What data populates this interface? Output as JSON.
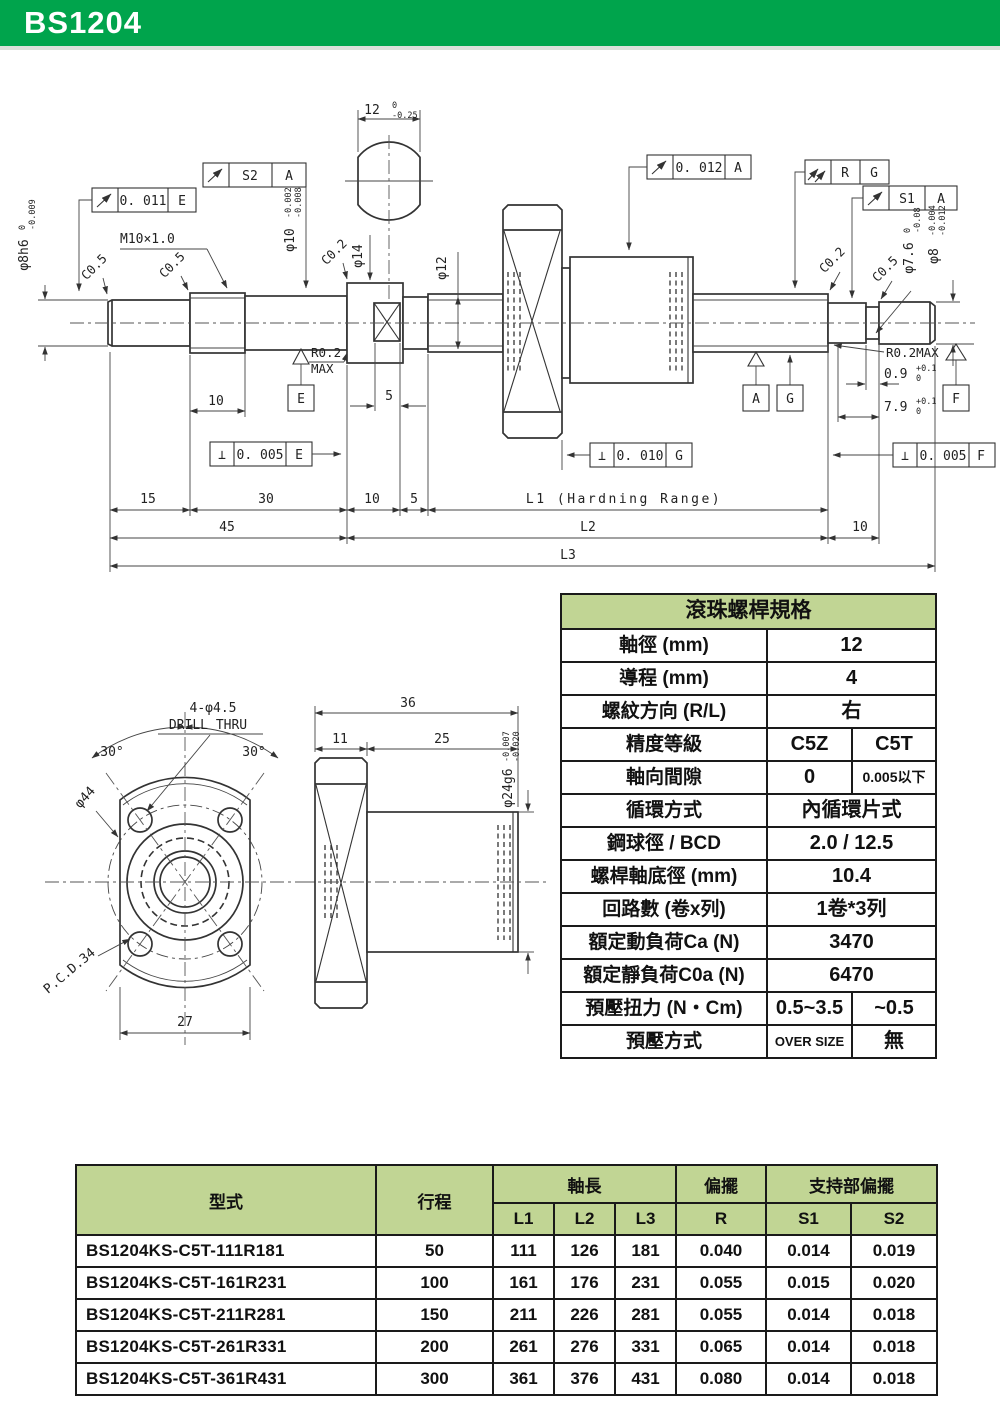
{
  "header": {
    "title": "BS1204"
  },
  "colors": {
    "accent_green": "#00a44c",
    "table_header_green": "#c1d594"
  },
  "drawing": {
    "af_12": "12",
    "af_tol_up": "0",
    "af_tol_dn": "-0.25",
    "fcf1_val": "0. 011",
    "fcf2_val": "0. 012",
    "s2": "S2",
    "s1": "S1",
    "rg_r": "R",
    "rg_g": "G",
    "e": "E",
    "a": "A",
    "g": "G",
    "f": "F",
    "m10": "M10×1.0",
    "c05": "C0.5",
    "c02": "C0.2",
    "d8h6": "φ8h6",
    "d8h6_up": "0",
    "d8h6_dn": "-0.009",
    "d10": "φ10",
    "d10_up": "-0.002",
    "d10_dn": "-0.008",
    "d14": "φ14",
    "d12": "φ12",
    "d76": "φ7.6",
    "d76_up": "0",
    "d76_dn": "-0.08",
    "d8": "φ8",
    "d8_up": "-0.004",
    "d8_dn": "-0.012",
    "r02": "R0.2",
    "max": "MAX",
    "r02max": "R0.2MAX",
    "g09": "0.9",
    "g09_up": "+0.1",
    "g09_dn": "0",
    "g79": "7.9",
    "g79_up": "+0.1",
    "g79_dn": "0",
    "perp": "⊥",
    "p005": "0. 005",
    "p010": "0. 010",
    "dim10": "10",
    "dim5": "5",
    "dim15": "15",
    "dim30": "30",
    "dim45": "45",
    "l1": "L1 (Hardning Range)",
    "l2": "L2",
    "l3": "L3",
    "holes": "4-φ4.5",
    "drill": "DRILL THRU",
    "a30": "30°",
    "d44": "φ44",
    "pcd": "P.C.D.34",
    "dim27": "27",
    "dim36": "36",
    "dim11": "11",
    "dim25": "25",
    "d24": "φ24g6",
    "d24_up": "-0.007",
    "d24_dn": "-0.020"
  },
  "spec_table": {
    "title": "滾珠螺桿規格",
    "rows": [
      {
        "label": "軸徑 (mm)",
        "value": "12"
      },
      {
        "label": "導程 (mm)",
        "value": "4"
      },
      {
        "label": "螺紋方向 (R/L)",
        "value": "右"
      },
      {
        "label": "精度等級",
        "v1": "C5Z",
        "v2": "C5T"
      },
      {
        "label": "軸向間隙",
        "v1": "0",
        "v2": "0.005以下"
      },
      {
        "label": "循環方式",
        "value": "內循環片式"
      },
      {
        "label": "鋼球徑 / BCD",
        "value": "2.0 / 12.5"
      },
      {
        "label": "螺桿軸底徑 (mm)",
        "value": "10.4"
      },
      {
        "label": "回路數 (卷x列)",
        "value": "1卷*3列"
      },
      {
        "label": "額定動負荷Ca (N)",
        "value": "3470"
      },
      {
        "label": "額定靜負荷C0a (N)",
        "value": "6470"
      },
      {
        "label": "預壓扭力 (N・Cm)",
        "v1": "0.5~3.5",
        "v2": "~0.5"
      },
      {
        "label": "預壓方式",
        "v1": "OVER SIZE",
        "v2": "無"
      }
    ]
  },
  "model_table": {
    "headers": {
      "model": "型式",
      "stroke": "行程",
      "shaft_len": "軸長",
      "runout": "偏擺",
      "support_runout": "支持部偏擺",
      "l1": "L1",
      "l2": "L2",
      "l3": "L3",
      "r": "R",
      "s1": "S1",
      "s2": "S2"
    },
    "rows": [
      {
        "model": "BS1204KS-C5T-111R181",
        "stroke": "50",
        "l1": "111",
        "l2": "126",
        "l3": "181",
        "r": "0.040",
        "s1": "0.014",
        "s2": "0.019"
      },
      {
        "model": "BS1204KS-C5T-161R231",
        "stroke": "100",
        "l1": "161",
        "l2": "176",
        "l3": "231",
        "r": "0.055",
        "s1": "0.015",
        "s2": "0.020"
      },
      {
        "model": "BS1204KS-C5T-211R281",
        "stroke": "150",
        "l1": "211",
        "l2": "226",
        "l3": "281",
        "r": "0.055",
        "s1": "0.014",
        "s2": "0.018"
      },
      {
        "model": "BS1204KS-C5T-261R331",
        "stroke": "200",
        "l1": "261",
        "l2": "276",
        "l3": "331",
        "r": "0.065",
        "s1": "0.014",
        "s2": "0.018"
      },
      {
        "model": "BS1204KS-C5T-361R431",
        "stroke": "300",
        "l1": "361",
        "l2": "376",
        "l3": "431",
        "r": "0.080",
        "s1": "0.014",
        "s2": "0.018"
      }
    ]
  }
}
